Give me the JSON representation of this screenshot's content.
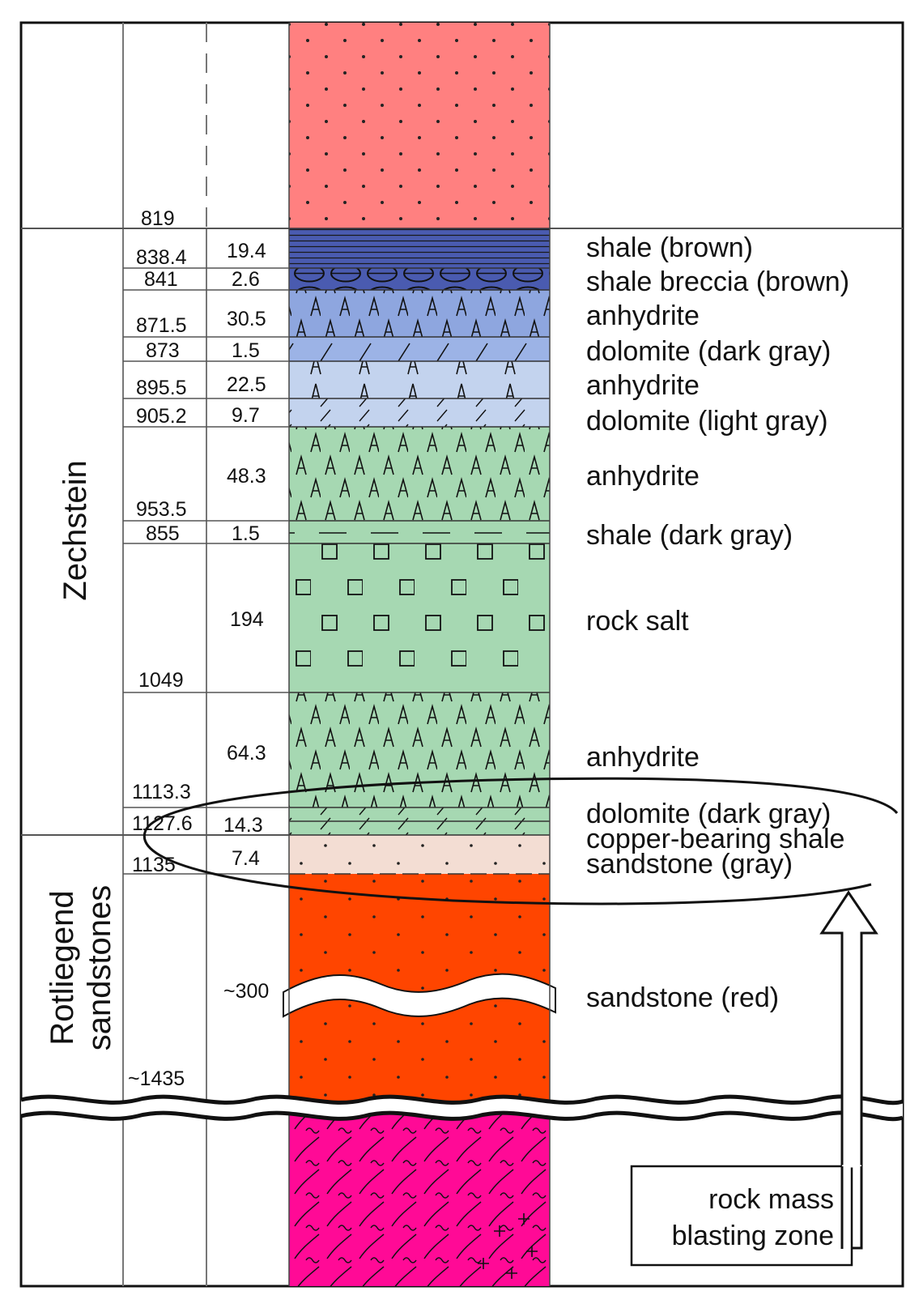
{
  "periods": [
    {
      "id": "zechstein",
      "label": "Zechstein"
    },
    {
      "id": "rotliegend",
      "label_lines": [
        "Rotliegend",
        "sandstones"
      ]
    }
  ],
  "depths": [
    "819",
    "838.4",
    "841",
    "871.5",
    "873",
    "895.5",
    "905.2",
    "953.5",
    "855",
    "1049",
    "1113.3",
    "1127.6",
    "1135",
    "~1435"
  ],
  "layers": [
    {
      "thickness": "19.4",
      "description": "shale (brown)",
      "color": "#4a5bb0",
      "pattern": "lines"
    },
    {
      "thickness": "2.6",
      "description": "shale breccia (brown)",
      "color": "#4a5bb0",
      "pattern": "ovals"
    },
    {
      "thickness": "30.5",
      "description": "anhydrite",
      "color": "#8ea6df",
      "pattern": "A"
    },
    {
      "thickness": "1.5",
      "description": "dolomite (dark gray)",
      "color": "#9cb3e6",
      "pattern": "slash"
    },
    {
      "thickness": "22.5",
      "description": "anhydrite",
      "color": "#c3d3ee",
      "pattern": "A"
    },
    {
      "thickness": "9.7",
      "description": "dolomite (light gray)",
      "color": "#c3d3ee",
      "pattern": "slash"
    },
    {
      "thickness": "48.3",
      "description": "anhydrite",
      "color": "#a6d8b2",
      "pattern": "A"
    },
    {
      "thickness": "1.5",
      "description": "shale (dark gray)",
      "color": "#a6d8b2",
      "pattern": "dash"
    },
    {
      "thickness": "194",
      "description": "rock salt",
      "color": "#a6d8b2",
      "pattern": "squares"
    },
    {
      "thickness": "64.3",
      "description": "anhydrite",
      "color": "#a6d8b2",
      "pattern": "A"
    },
    {
      "thickness": "",
      "description": "dolomite (dark gray)",
      "color": "#a6d8b2",
      "pattern": "slash"
    },
    {
      "thickness": "14.3",
      "description": "copper-bearing shale",
      "color": "#a6d8b2",
      "pattern": "slash"
    },
    {
      "thickness": "7.4",
      "description": "sandstone (gray)",
      "color": "#f3ddd3",
      "pattern": "dots"
    },
    {
      "thickness": "~300",
      "description": "sandstone (red)",
      "color": "#ff4500",
      "pattern": "dots"
    }
  ],
  "top_unit": {
    "color": "#ff8080"
  },
  "basement": {
    "color": "#ff0a96"
  },
  "annotation": {
    "lines": [
      "rock mass",
      "blasting zone"
    ]
  }
}
